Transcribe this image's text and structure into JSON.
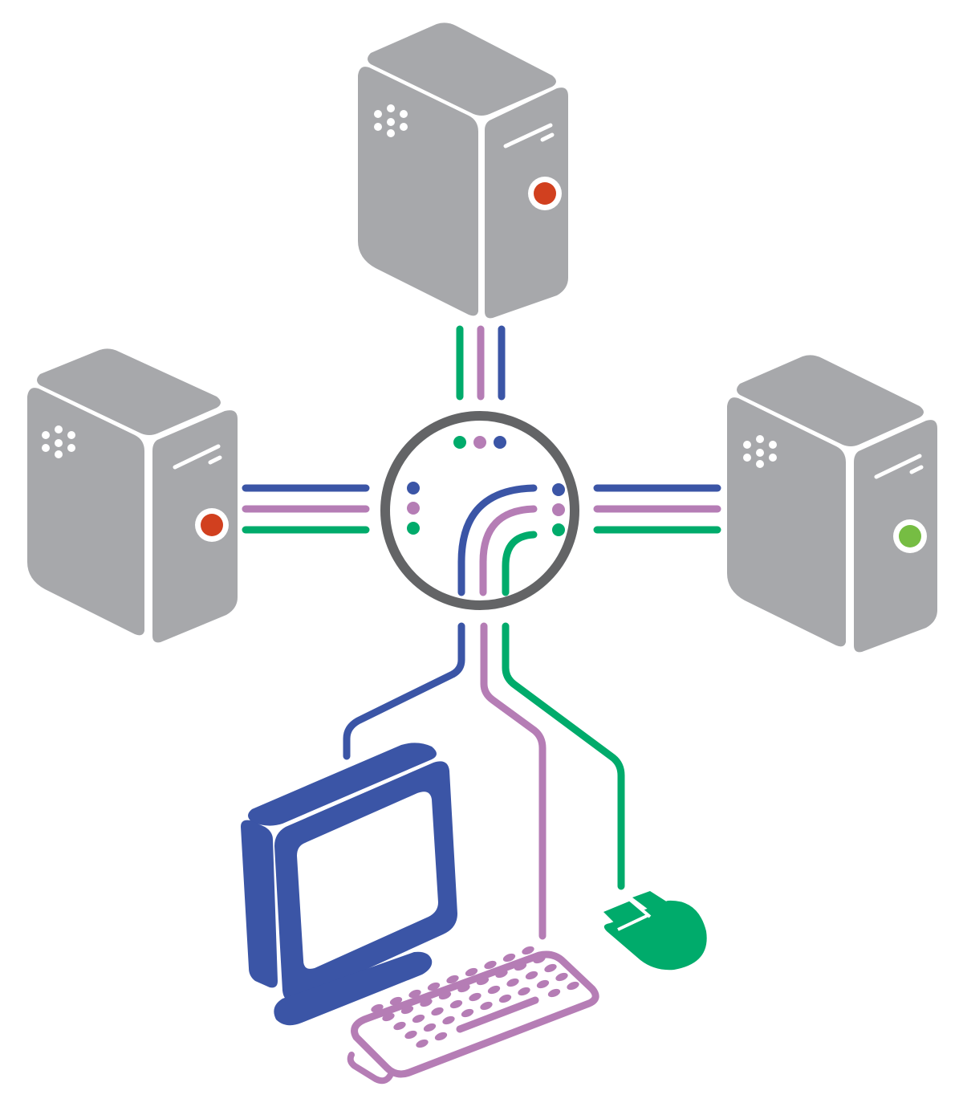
{
  "colors": {
    "background": "#ffffff",
    "server_body": "#a7a8ab",
    "server_edge": "#ffffff",
    "led_off": "#d1401f",
    "led_on": "#76bd43",
    "switch_ring": "#636466",
    "monitor": "#3b55a6",
    "keyboard": "#b57db5",
    "mouse": "#00ab6b"
  },
  "servers": [
    {
      "id": "top",
      "status": "inactive",
      "status_color": "#d1401f"
    },
    {
      "id": "left",
      "status": "inactive",
      "status_color": "#d1401f"
    },
    {
      "id": "right",
      "status": "active",
      "status_color": "#76bd43"
    }
  ],
  "switch": {
    "ports": [
      "top",
      "left",
      "right"
    ],
    "signals": [
      "video",
      "keyboard",
      "mouse"
    ],
    "active_port": "right"
  },
  "console": {
    "devices": [
      "monitor",
      "keyboard",
      "mouse"
    ]
  },
  "icons": {
    "server": "server-tower-icon",
    "switch": "kvm-switch-icon",
    "monitor": "monitor-icon",
    "keyboard": "keyboard-icon",
    "mouse": "mouse-icon"
  }
}
